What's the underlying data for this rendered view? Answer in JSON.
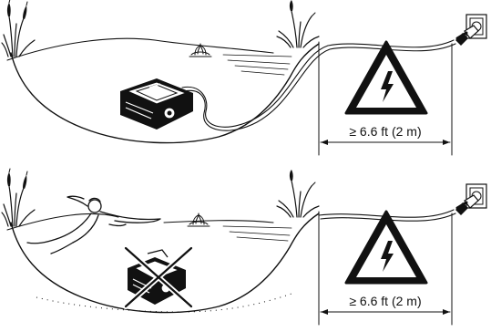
{
  "panels": [
    {
      "id": "correct-installation",
      "distance_label": "≥ 6.6 ft (2 m)",
      "icons": [
        "pump-device-icon",
        "power-outlet-icon",
        "high-voltage-warning-icon",
        "water-plant-icon"
      ]
    },
    {
      "id": "forbidden-situation",
      "distance_label": "≥ 6.6 ft (2 m)",
      "icons": [
        "swimmer-icon",
        "pump-device-crossed-icon",
        "power-outlet-icon",
        "high-voltage-warning-icon",
        "water-plant-icon"
      ]
    }
  ],
  "colors": {
    "ink": "#111111",
    "background": "#ffffff"
  }
}
